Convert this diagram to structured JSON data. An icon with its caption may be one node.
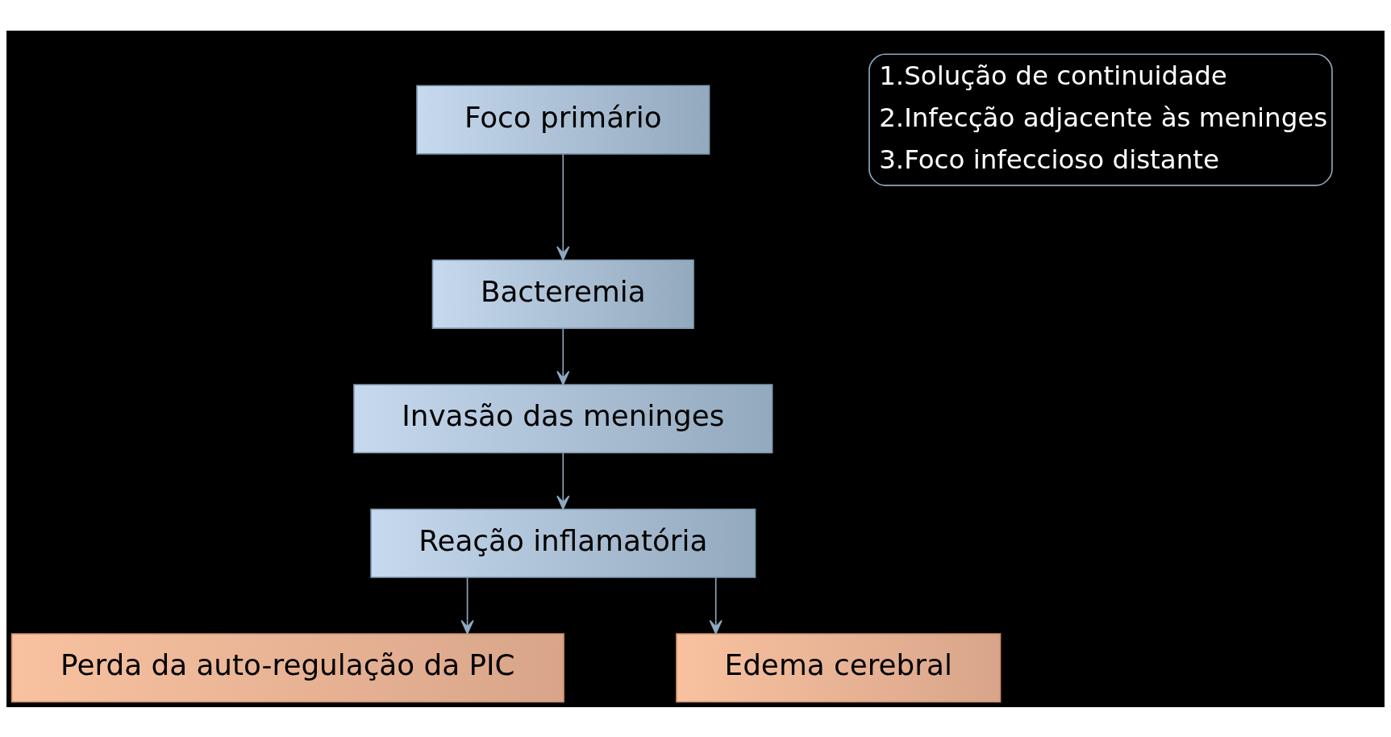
{
  "diagram": {
    "nodes": [
      {
        "text": [
          "Foco primário"
        ]
      },
      {
        "text": [
          "Bacteremia"
        ]
      },
      {
        "text": [
          "Invasão das meninges"
        ]
      },
      {
        "text": [
          "Reação inflamatória"
        ]
      },
      {
        "text": [
          "Perda da auto-regulação da PIC"
        ]
      },
      {
        "text": [
          "Edema cerebral"
        ]
      }
    ],
    "edges": [
      {
        "from": 0,
        "to": 1,
        "arrow": "to"
      },
      {
        "from": 1,
        "to": 2,
        "arrow": "to"
      },
      {
        "from": 2,
        "to": 3,
        "arrow": "to"
      },
      {
        "from": 3,
        "to": 4,
        "arrow": "to"
      },
      {
        "from": 3,
        "to": 5,
        "arrow": "to"
      }
    ],
    "labels": [
      "1.Solução de continuidade",
      "2.Infecção adjacente às meninges",
      "3.Foco infeccioso distante"
    ]
  }
}
